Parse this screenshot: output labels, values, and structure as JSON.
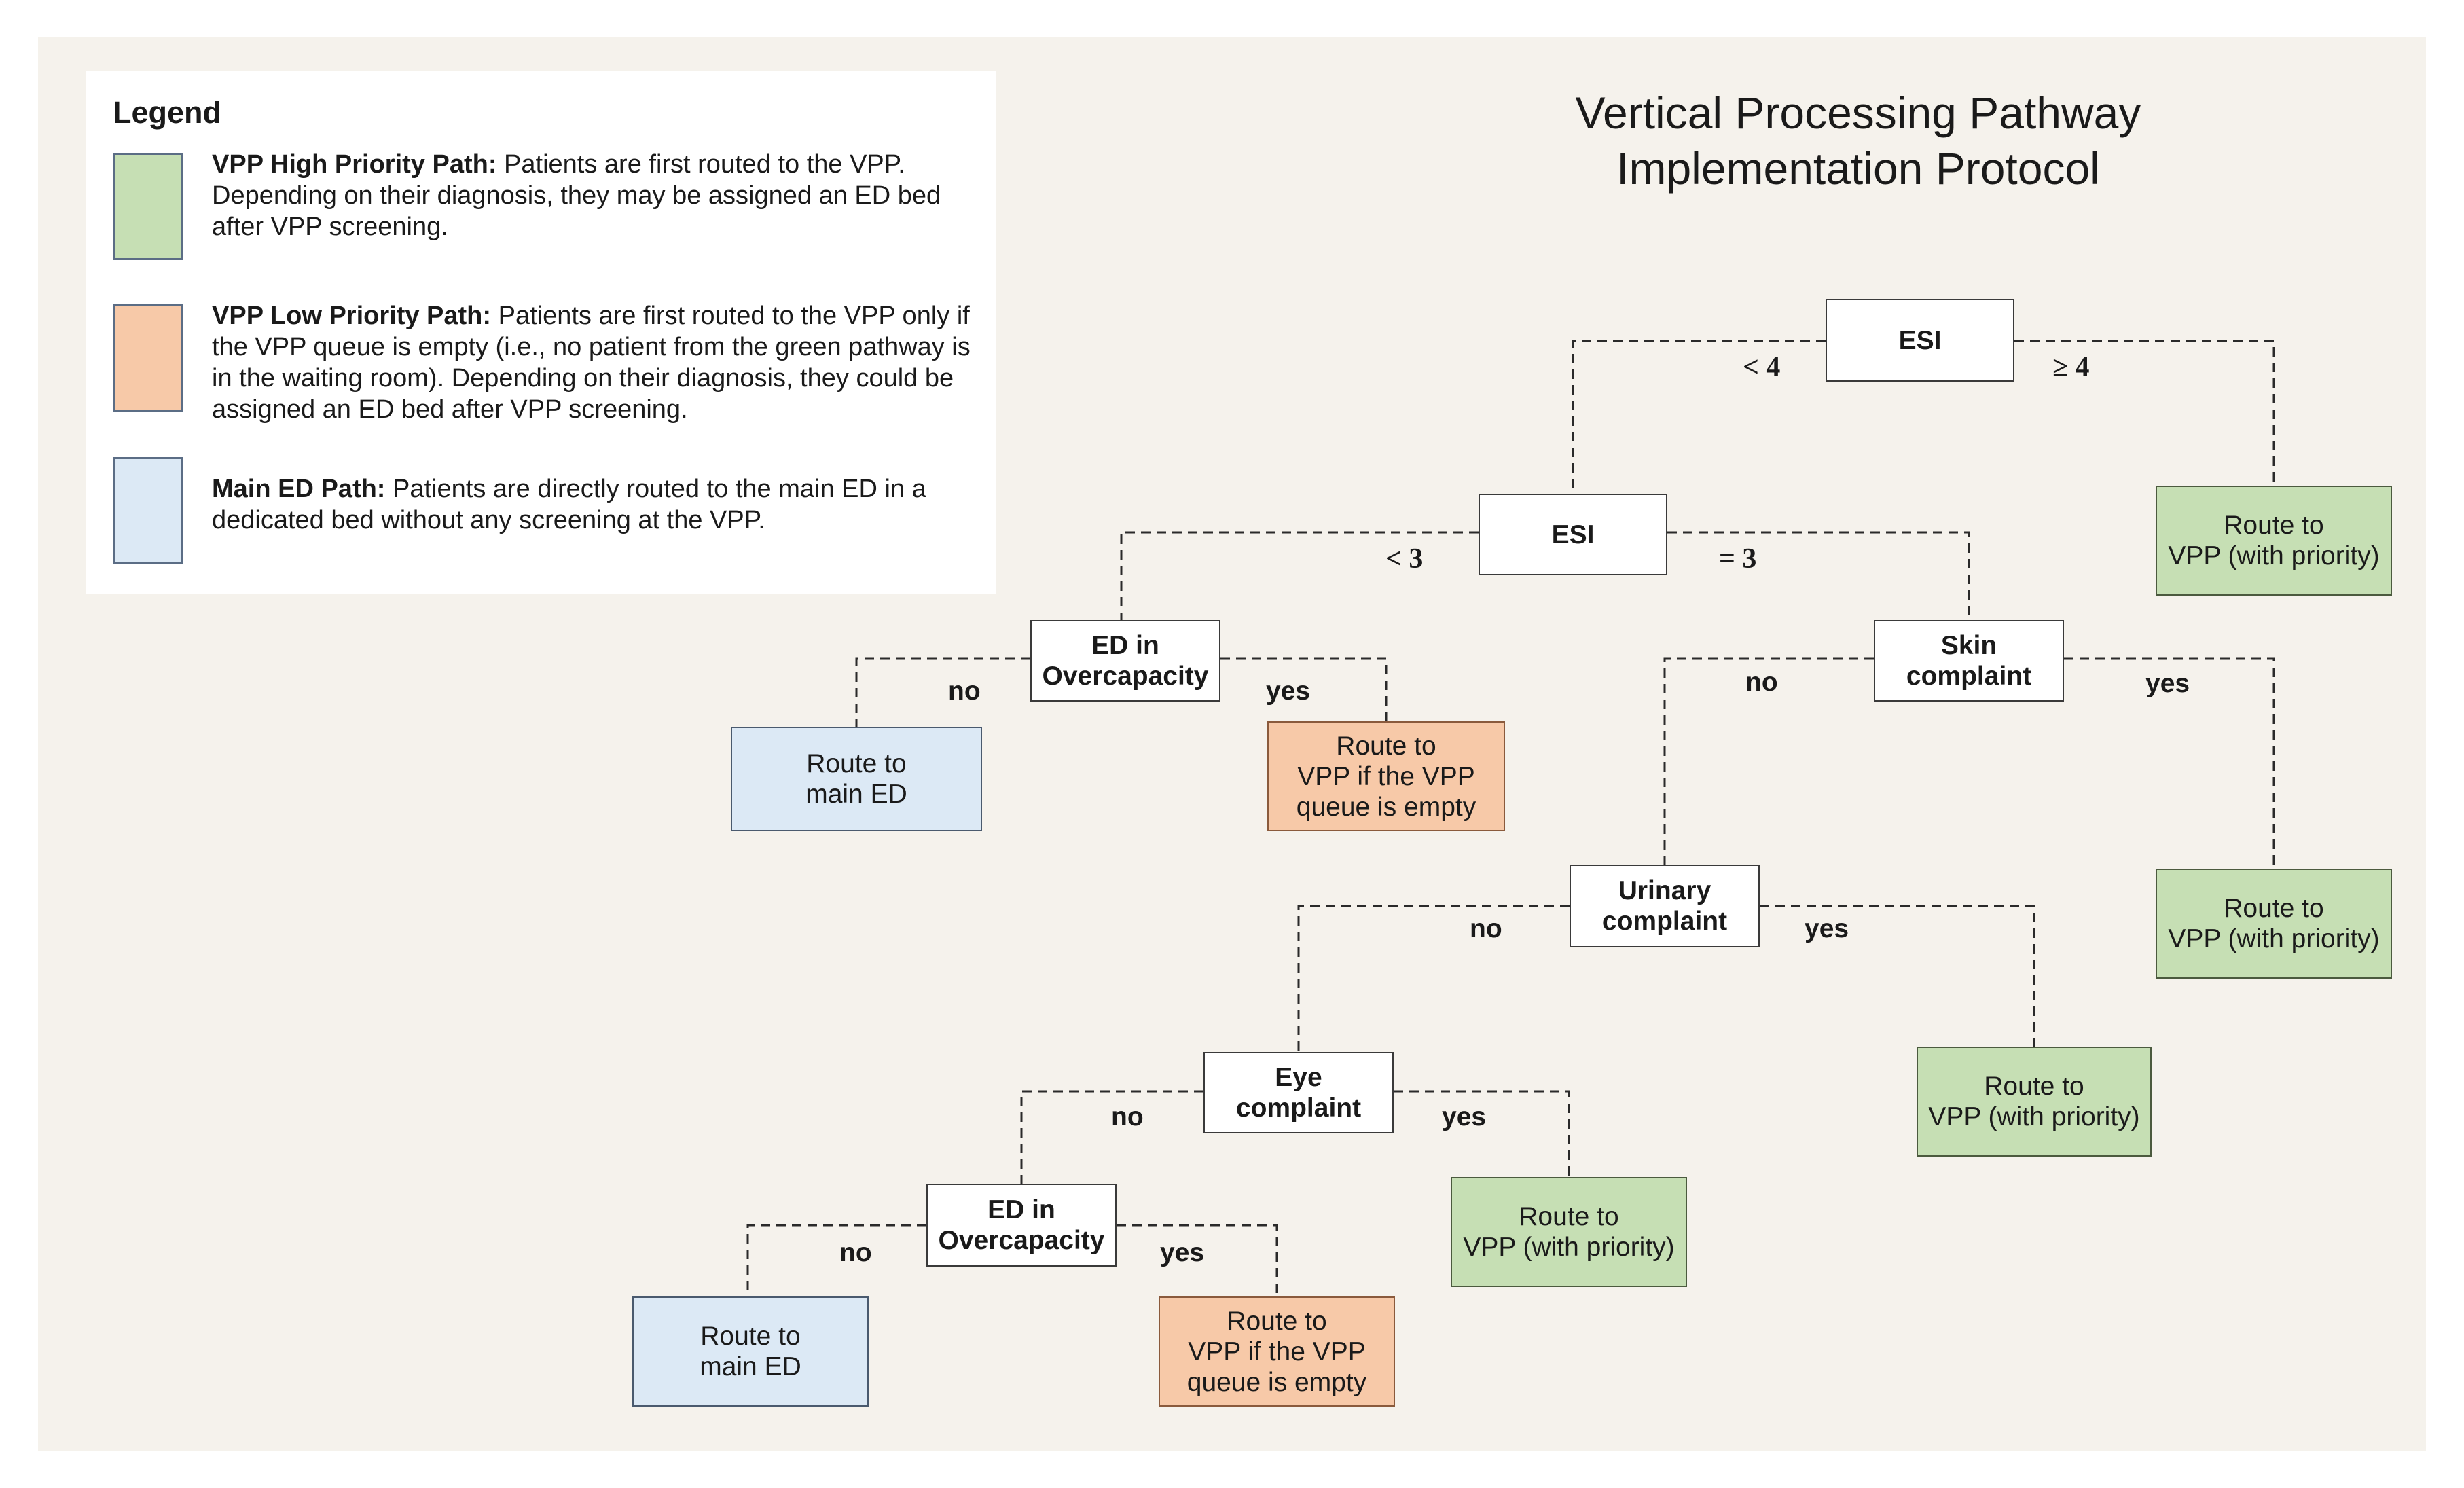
{
  "title_lines": [
    "Vertical Processing Pathway",
    "Implementation Protocol"
  ],
  "legend": {
    "heading": "Legend",
    "items": [
      {
        "color": "#c6dfb4",
        "bold": "VPP High Priority Path:",
        "text": " Patients are first routed to the VPP. Depending on their diagnosis, they may be assigned an ED bed after VPP screening."
      },
      {
        "color": "#f7c9a8",
        "bold": "VPP Low Priority Path:",
        "text": " Patients are first routed to the VPP only if the VPP queue is empty (i.e., no patient from the green pathway is in the waiting room). Depending on their diagnosis, they could be assigned an ED bed after VPP screening."
      },
      {
        "color": "#dce9f5",
        "bold": "Main ED Path:",
        "text": " Patients are directly routed to the main ED in a dedicated bed without any screening at the VPP."
      }
    ]
  },
  "nodes": {
    "esi_top": "ESI",
    "route_vpp_priority_1": "Route to\nVPP (with priority)",
    "esi_second": "ESI",
    "ed_overcapacity_1": "ED in\nOvercapacity",
    "skin_complaint": "Skin\ncomplaint",
    "route_main_ed_1": "Route to\nmain ED",
    "route_vpp_if_empty_1": "Route to\nVPP if the VPP\nqueue is empty",
    "route_vpp_priority_2": "Route to\nVPP (with priority)",
    "urinary_complaint": "Urinary\ncomplaint",
    "route_vpp_priority_3": "Route to\nVPP (with priority)",
    "eye_complaint": "Eye\ncomplaint",
    "route_vpp_priority_4": "Route to\nVPP (with priority)",
    "ed_overcapacity_2": "ED in\nOvercapacity",
    "route_main_ed_2": "Route to\nmain ED",
    "route_vpp_if_empty_2": "Route to\nVPP if the VPP\nqueue is empty"
  },
  "edge_labels": {
    "esi_lt4": "< 4",
    "esi_ge4": "≥ 4",
    "esi_lt3": "< 3",
    "esi_eq3": "= 3",
    "ed1_no": "no",
    "ed1_yes": "yes",
    "skin_no": "no",
    "skin_yes": "yes",
    "urinary_no": "no",
    "urinary_yes": "yes",
    "eye_no": "no",
    "eye_yes": "yes",
    "ed2_no": "no",
    "ed2_yes": "yes"
  },
  "colors": {
    "high_priority": "#c6dfb4",
    "low_priority": "#f7c9a8",
    "main_ed": "#dce9f5",
    "background": "#f5f2ec"
  }
}
